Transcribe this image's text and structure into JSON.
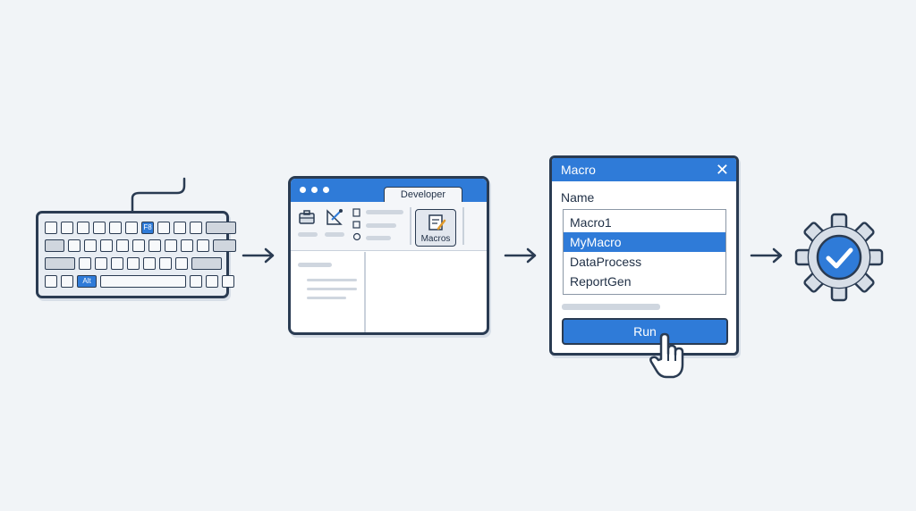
{
  "keyboard": {
    "key_f8": "F8",
    "key_alt": "Alt"
  },
  "excel": {
    "tab_developer": "Developer",
    "macros_button": "Macros"
  },
  "dialog": {
    "title": "Macro",
    "close_symbol": "✕",
    "name_label": "Name",
    "macros": [
      "Macro1",
      "MyMacro",
      "DataProcess",
      "ReportGen"
    ],
    "selected": "MyMacro",
    "run_label": "Run"
  },
  "colors": {
    "accent": "#2f7bd8",
    "outline": "#2a3b52",
    "background": "#f1f4f7"
  },
  "icons": [
    "keyboard-icon",
    "arrow-right-icon",
    "window-icon",
    "macro-icon",
    "pointer-hand-icon",
    "gear-check-icon"
  ]
}
